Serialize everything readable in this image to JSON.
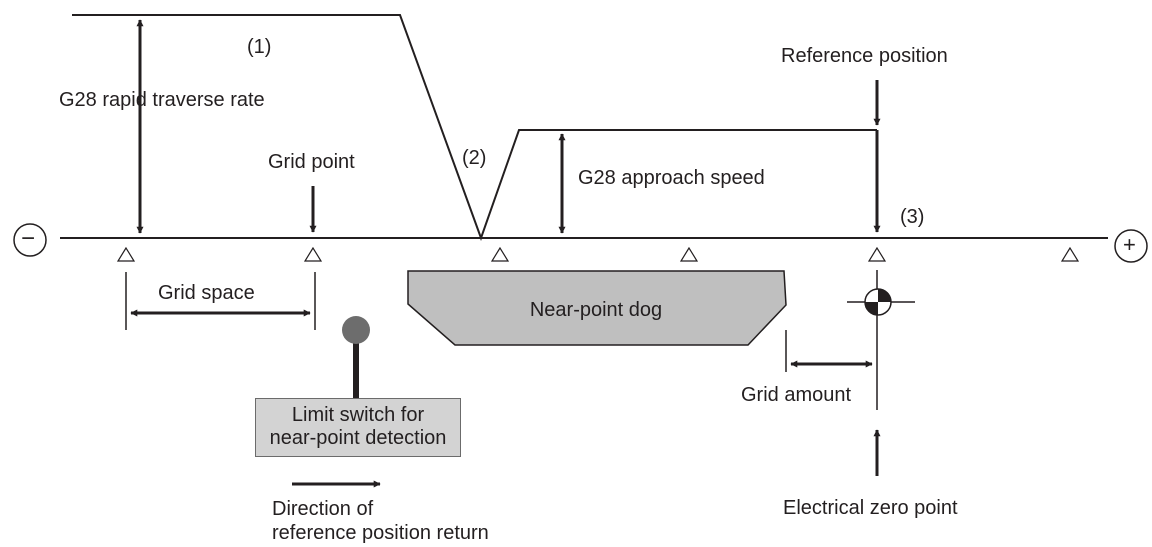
{
  "labels": {
    "phase1": "(1)",
    "phase2": "(2)",
    "phase3": "(3)",
    "g28_rapid": "G28 rapid traverse rate",
    "g28_approach": "G28 approach speed",
    "reference_position": "Reference position",
    "grid_point": "Grid point",
    "grid_space": "Grid space",
    "grid_amount": "Grid amount",
    "near_point_dog": "Near-point dog",
    "limit_switch_line1": "Limit switch for",
    "limit_switch_line2": "near-point detection",
    "direction_line1": "Direction of",
    "direction_line2": "reference position return",
    "electrical_zero": "Electrical zero point",
    "minus_sign": "−",
    "plus_sign": "+"
  },
  "colors": {
    "line": "#231f20",
    "dog_fill": "#bfbfbf",
    "limit_fill": "#d3d3d3",
    "knob_fill": "#6d6d6d"
  }
}
